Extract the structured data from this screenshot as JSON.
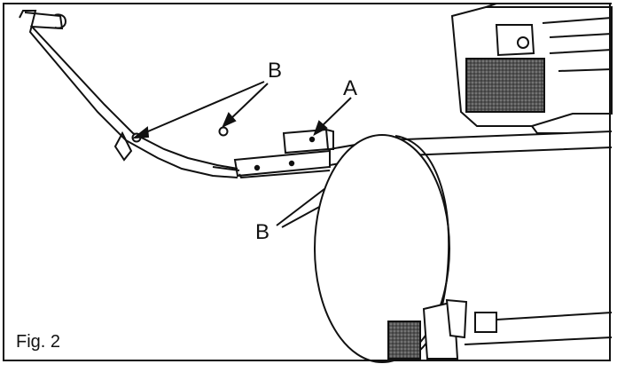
{
  "figure": {
    "caption": "Fig. 2",
    "labels": {
      "a": "A",
      "b_top": "B",
      "b_bottom": "B"
    }
  },
  "colors": {
    "line": "#111111",
    "shade": "#3a3a3a",
    "background": "#ffffff"
  }
}
